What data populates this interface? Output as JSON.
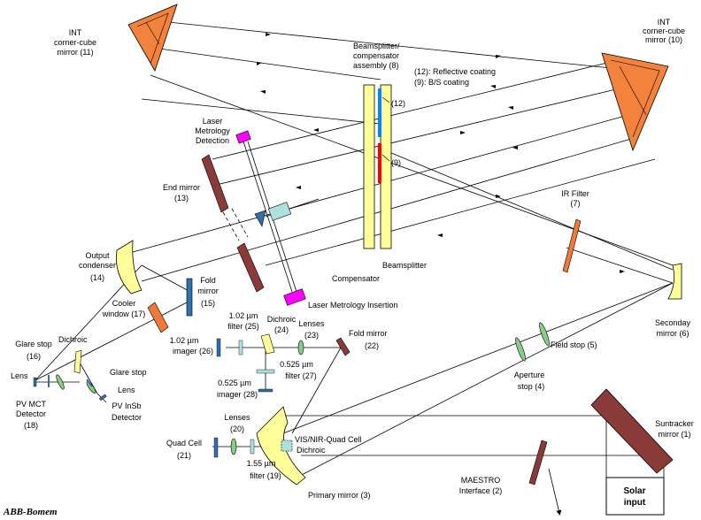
{
  "brand": "ABB-Bomem",
  "labels": {
    "int_cc_11": [
      "INT",
      "corner-cube",
      "mirror (11)"
    ],
    "int_cc_10": [
      "INT",
      "corner-cube",
      "mirror (10)"
    ],
    "bs_assembly": [
      "Beamsplitter/",
      "compensator",
      "assembly (8)"
    ],
    "coating_12": "(12): Reflective coating",
    "coating_9": "(9): B/S coating",
    "tag_12": "(12)",
    "tag_9": "(9)",
    "laser_detect": [
      "Laser",
      "Metrology",
      "Detection"
    ],
    "end_mirror": [
      "End mirror",
      "(13)"
    ],
    "ir_filter": [
      "IR Filter",
      "(7)"
    ],
    "output_condenser": [
      "Output",
      "condenser",
      "(14)"
    ],
    "compensator": "Compensator",
    "beamsplitter": "Beamsplitter",
    "laser_insertion": "Laser Metrology Insertion",
    "fold_mirror_15": [
      "Fold",
      "mirror",
      "(15)"
    ],
    "cooler_window": [
      "Cooler",
      "window (17)"
    ],
    "filter_102": [
      "1.02 µm",
      "filter (25)"
    ],
    "dichroic_24": [
      "Dichroic",
      "(24)"
    ],
    "lenses_23": [
      "Lenses",
      "(23)"
    ],
    "fold_mirror_22": [
      "Fold mirror",
      "(22)"
    ],
    "secondary_mirror": [
      "Seconday",
      "mirror (6)"
    ],
    "glare_stop_16": [
      "Glare stop",
      "(16)"
    ],
    "dichroic": "Dichroic",
    "imager_102": [
      "1.02 µm",
      "imager (26)"
    ],
    "filter_0525": [
      "0.525 µm",
      "filter (27)"
    ],
    "field_stop": "Field stop (5)",
    "aperture_stop": [
      "Aperture",
      "stop (4)"
    ],
    "glare_stop": "Glare stop",
    "lens_left": "Lens",
    "lens_right": "Lens",
    "imager_0525": [
      "0.525 µm",
      "imager (28)"
    ],
    "pv_mct": [
      "PV MCT",
      "Detector",
      "(18)"
    ],
    "pv_insb": [
      "PV InSb",
      "Detector"
    ],
    "lenses_20": [
      "Lenses",
      "(20)"
    ],
    "quad_cell": [
      "Quad Cell",
      "(21)"
    ],
    "visnir_quad": [
      "VIS/NIR-Quad Cell",
      "Dichroic"
    ],
    "filter_155": [
      "1.55 µm",
      "filter (19)"
    ],
    "primary_mirror": "Primary mirror (3)",
    "maestro": [
      "MAESTRO",
      "Interface (2)"
    ],
    "suntracker": [
      "Suntracker",
      "mirror (1)"
    ],
    "solar_input": [
      "Solar",
      "input"
    ]
  },
  "colors": {
    "corner_cube": "#f2823c",
    "bs_plate": "#ffff99",
    "reflective_coating": "#0088ff",
    "bs_coating": "#ff0000",
    "end_mirror": "#8b3a3a",
    "laser": "#ff00ff",
    "ir_filter": "#f07838",
    "condenser": "#ffff99",
    "fold_mirror": "#2f6fae",
    "lens": "#88cc88",
    "filter_light": "#aee0e0"
  }
}
